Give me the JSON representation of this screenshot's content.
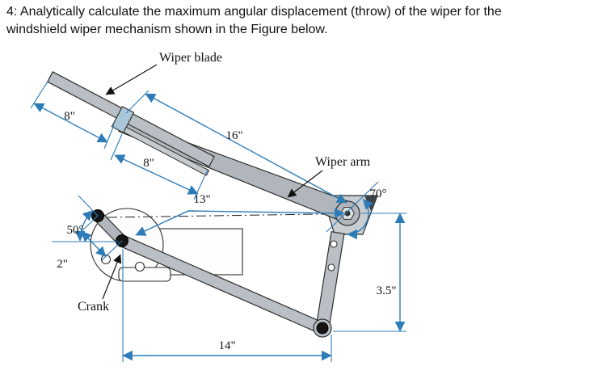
{
  "title": {
    "line1": "4: Analytically calculate the maximum angular displacement (throw) of the wiper for the",
    "line2": "windshield wiper mechanism shown in the Figure below."
  },
  "figure": {
    "labels": {
      "wiper_blade": "Wiper blade",
      "wiper_arm": "Wiper arm",
      "crank": "Crank"
    },
    "dimensions": {
      "blade_outer": "8\"",
      "blade_inner": "8\"",
      "arm": "16\"",
      "coupler": "13\"",
      "crank_angle": "50°",
      "crank_length": "2\"",
      "arm_angle": "70°",
      "pivot_offset": "3.5\"",
      "base_span": "14\""
    },
    "colors": {
      "dimension_blue": "#2d7cb8",
      "metal_gray": "#b9bfc4",
      "connector_blue": "#aac7d9",
      "ink": "#111111"
    }
  }
}
